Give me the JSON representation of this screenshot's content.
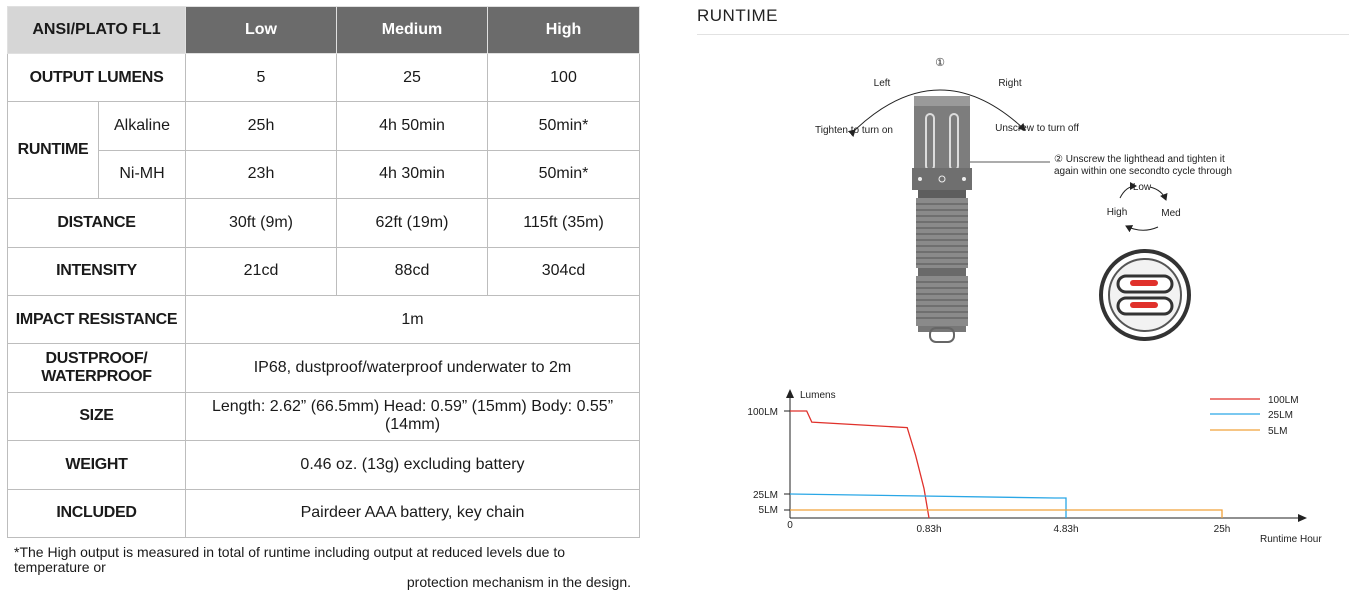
{
  "table": {
    "header": [
      "ANSI/PLATO FL1",
      "Low",
      "Medium",
      "High"
    ],
    "output_lumens": {
      "label": "OUTPUT LUMENS",
      "values": [
        "5",
        "25",
        "100"
      ]
    },
    "runtime": {
      "label": "RUNTIME",
      "rows": [
        {
          "label": "Alkaline",
          "values": [
            "25h",
            "4h 50min",
            "50min*"
          ]
        },
        {
          "label": "Ni-MH",
          "values": [
            "23h",
            "4h 30min",
            "50min*"
          ]
        }
      ]
    },
    "distance": {
      "label": "DISTANCE",
      "values": [
        "30ft (9m)",
        "62ft (19m)",
        "115ft (35m)"
      ]
    },
    "intensity": {
      "label": "INTENSITY",
      "values": [
        "21cd",
        "88cd",
        "304cd"
      ]
    },
    "impact": {
      "label": "IMPACT RESISTANCE",
      "value": "1m"
    },
    "waterproof": {
      "label_1": "DUSTPROOF/",
      "label_2": "WATERPROOF",
      "value": "IP68, dustproof/waterproof underwater to 2m"
    },
    "size": {
      "label": "SIZE",
      "value": "Length: 2.62” (66.5mm) Head: 0.59” (15mm) Body: 0.55” (14mm)"
    },
    "weight": {
      "label": "WEIGHT",
      "value": "0.46 oz. (13g) excluding battery"
    },
    "included": {
      "label": "INCLUDED",
      "value": "Pairdeer AAA battery, key chain"
    }
  },
  "footnote": {
    "line1": "*The High output is measured in total of runtime including output at reduced levels due to temperature or",
    "line2": "protection mechanism in the design."
  },
  "runtime_section": {
    "title": "RUNTIME",
    "diagram": {
      "step1": "①",
      "left": "Left",
      "right": "Right",
      "tighten": "Tighten to turn on",
      "unscrew": "Unscrew to turn off",
      "step2_line1": "② Unscrew the lighthead and tighten it",
      "step2_line2": "again within one secondto cycle through",
      "low": "Low",
      "high": "High",
      "med": "Med"
    }
  },
  "colors": {
    "header_bg": "#6b6b6b",
    "header_first_bg": "#d6d6d6",
    "red": "#e0312b",
    "blue": "#2aa7e6",
    "orange": "#f0a23a"
  },
  "chart_data": {
    "type": "line",
    "xlabel": "Runtime Hour",
    "ylabel": "Lumens",
    "x_ticks": [
      "0",
      "0.83h",
      "4.83h",
      "25h"
    ],
    "y_ticks": [
      "100LM",
      "25LM",
      "5LM"
    ],
    "series": [
      {
        "name": "100LM",
        "color": "#e0312b",
        "points": [
          [
            0,
            100
          ],
          [
            0.1,
            100
          ],
          [
            0.13,
            90
          ],
          [
            0.7,
            85
          ],
          [
            0.75,
            60
          ],
          [
            0.8,
            30
          ],
          [
            0.83,
            0
          ]
        ]
      },
      {
        "name": "25LM",
        "color": "#2aa7e6",
        "points": [
          [
            0,
            25
          ],
          [
            4.5,
            20
          ],
          [
            4.83,
            20
          ],
          [
            4.83,
            0
          ]
        ]
      },
      {
        "name": "5LM",
        "color": "#f0a23a",
        "points": [
          [
            0,
            5
          ],
          [
            25,
            5
          ],
          [
            25,
            0
          ]
        ]
      }
    ],
    "legend": "top-right"
  }
}
